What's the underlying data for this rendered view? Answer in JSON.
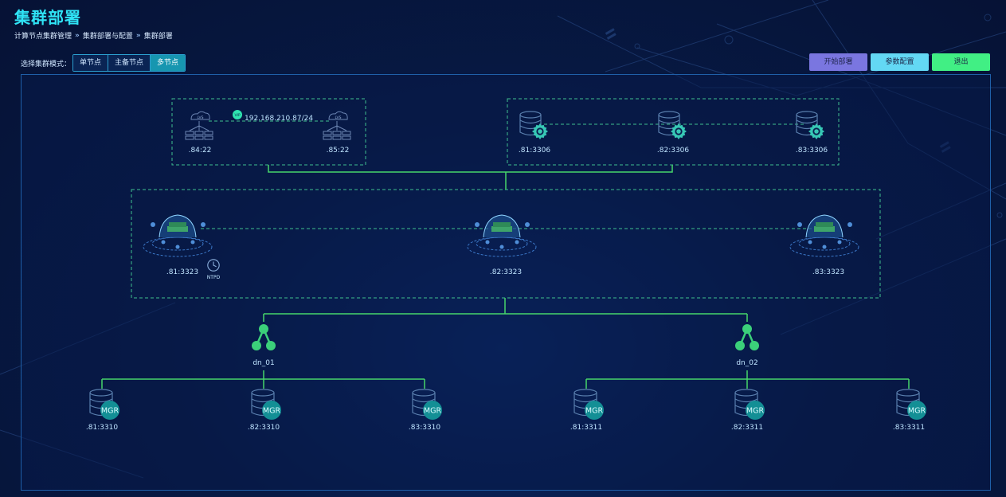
{
  "page": {
    "title": "集群部署",
    "breadcrumb": [
      "计算节点集群管理",
      "集群部署与配置",
      "集群部署"
    ],
    "breadcrumb_sep": "»"
  },
  "mode": {
    "label": "选择集群模式：",
    "options": [
      "单节点",
      "主备节点",
      "多节点"
    ],
    "selected": "多节点"
  },
  "actions": {
    "start": "开始部署",
    "params": "参数配置",
    "exit": "退出"
  },
  "colors": {
    "accent": "#2fe3f5",
    "line": "#47d66b",
    "dashed": "#3fbf8f",
    "node": "#3bd07a",
    "mgr": "#1aa6a6"
  },
  "lvs": {
    "vip": "192.168.210.87/24",
    "vip_badge": "VIP",
    "nodes": [
      ".84:22",
      ".85:22"
    ],
    "icon_label": "LVS"
  },
  "config_db": {
    "nodes": [
      ".81:3306",
      ".82:3306",
      ".83:3306"
    ]
  },
  "compute": {
    "nodes": [
      ".81:3323",
      ".82:3323",
      ".83:3323"
    ],
    "ntpd": "NTPD"
  },
  "data_nodes": [
    {
      "name": "dn_01",
      "mgr_label": "MGR",
      "members": [
        ".81:3310",
        ".82:3310",
        ".83:3310"
      ]
    },
    {
      "name": "dn_02",
      "mgr_label": "MGR",
      "members": [
        ".81:3311",
        ".82:3311",
        ".83:3311"
      ]
    }
  ]
}
